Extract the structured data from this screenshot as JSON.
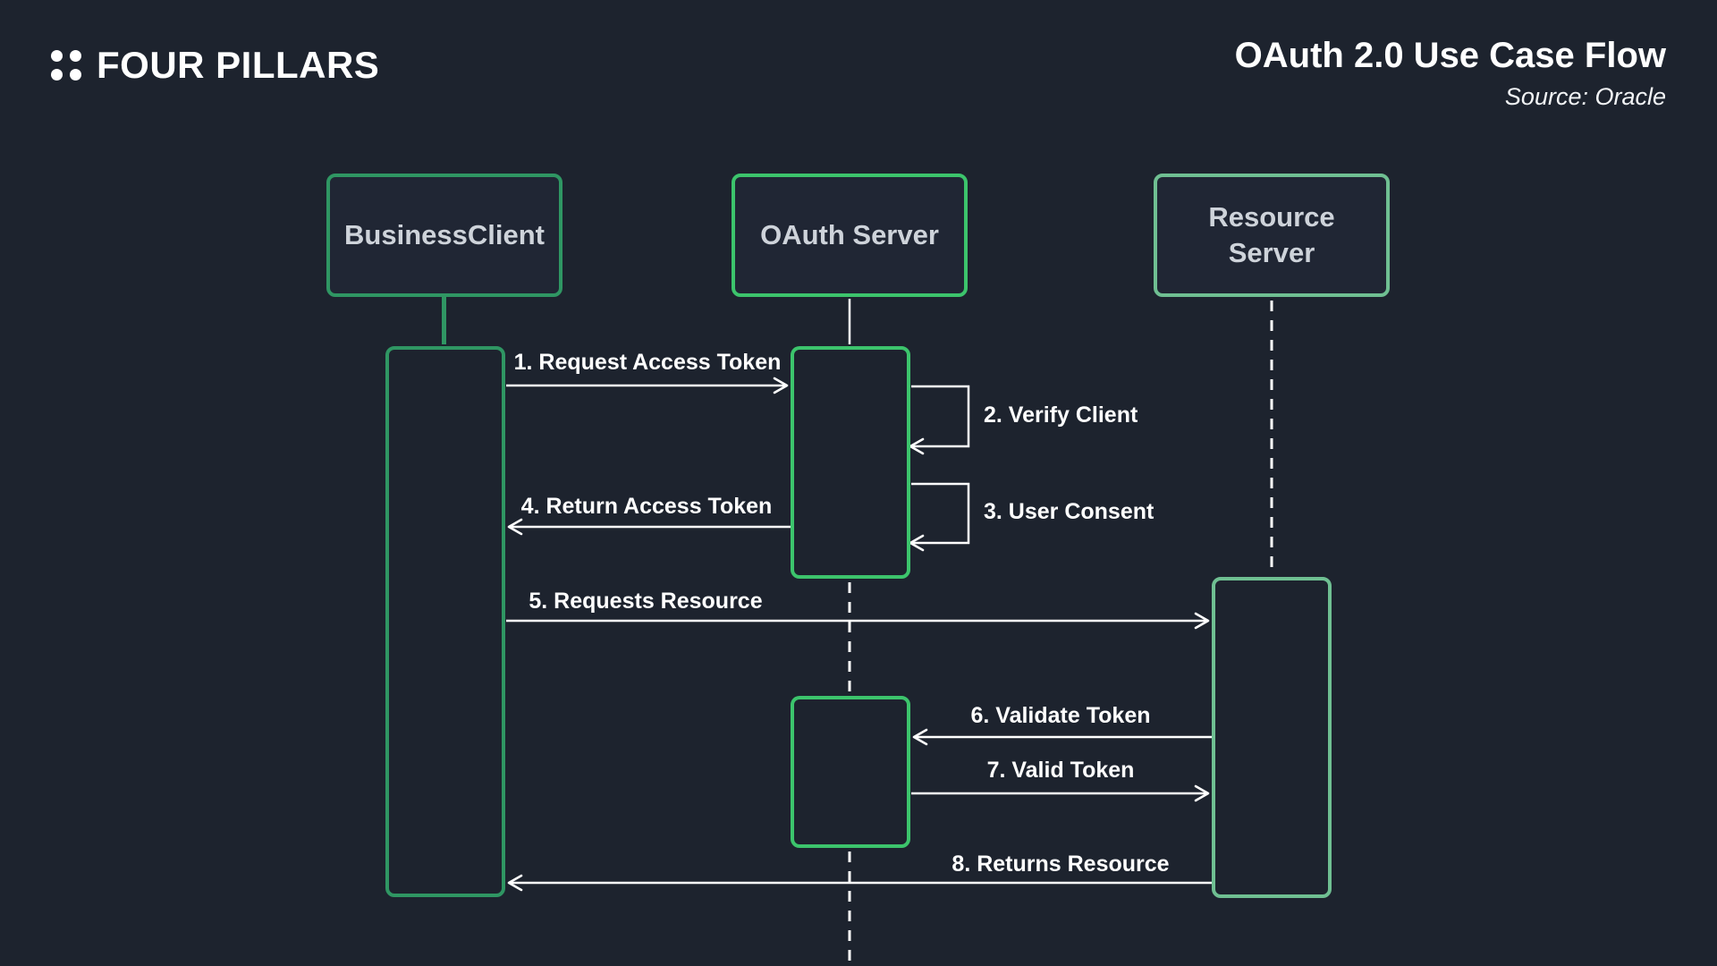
{
  "header": {
    "logo_icon": "four-dots-icon",
    "logo": "FOUR PILLARS",
    "title": "OAuth 2.0 Use Case Flow",
    "source": "Source: Oracle"
  },
  "colors": {
    "background": "#1d232e",
    "business_client_green": "#2f9663",
    "oauth_server_green": "#3cc46c",
    "resource_server_green": "#6fbf92",
    "arrow_white": "#ffffff",
    "actor_text": "#ced3da"
  },
  "diagram": {
    "type": "sequence-diagram",
    "actors": [
      {
        "label": "BusinessClient"
      },
      {
        "label": "OAuth Server"
      },
      {
        "label": "Resource Server"
      }
    ],
    "messages": [
      {
        "label": "1. Request Access Token",
        "from": "BusinessClient",
        "to": "OAuth Server",
        "style": "solid-arrow-right"
      },
      {
        "label": "2. Verify Client",
        "from": "OAuth Server",
        "to": "OAuth Server",
        "style": "self-loop"
      },
      {
        "label": "3. User Consent",
        "from": "OAuth Server",
        "to": "OAuth Server",
        "style": "self-loop"
      },
      {
        "label": "4. Return Access Token",
        "from": "OAuth Server",
        "to": "BusinessClient",
        "style": "solid-arrow-left"
      },
      {
        "label": "5. Requests Resource",
        "from": "BusinessClient",
        "to": "Resource Server",
        "style": "solid-arrow-right"
      },
      {
        "label": "6. Validate Token",
        "from": "Resource Server",
        "to": "OAuth Server",
        "style": "solid-arrow-left"
      },
      {
        "label": "7. Valid Token",
        "from": "OAuth Server",
        "to": "Resource Server",
        "style": "solid-arrow-right"
      },
      {
        "label": "8. Returns Resource",
        "from": "Resource Server",
        "to": "BusinessClient",
        "style": "solid-arrow-left"
      }
    ]
  }
}
